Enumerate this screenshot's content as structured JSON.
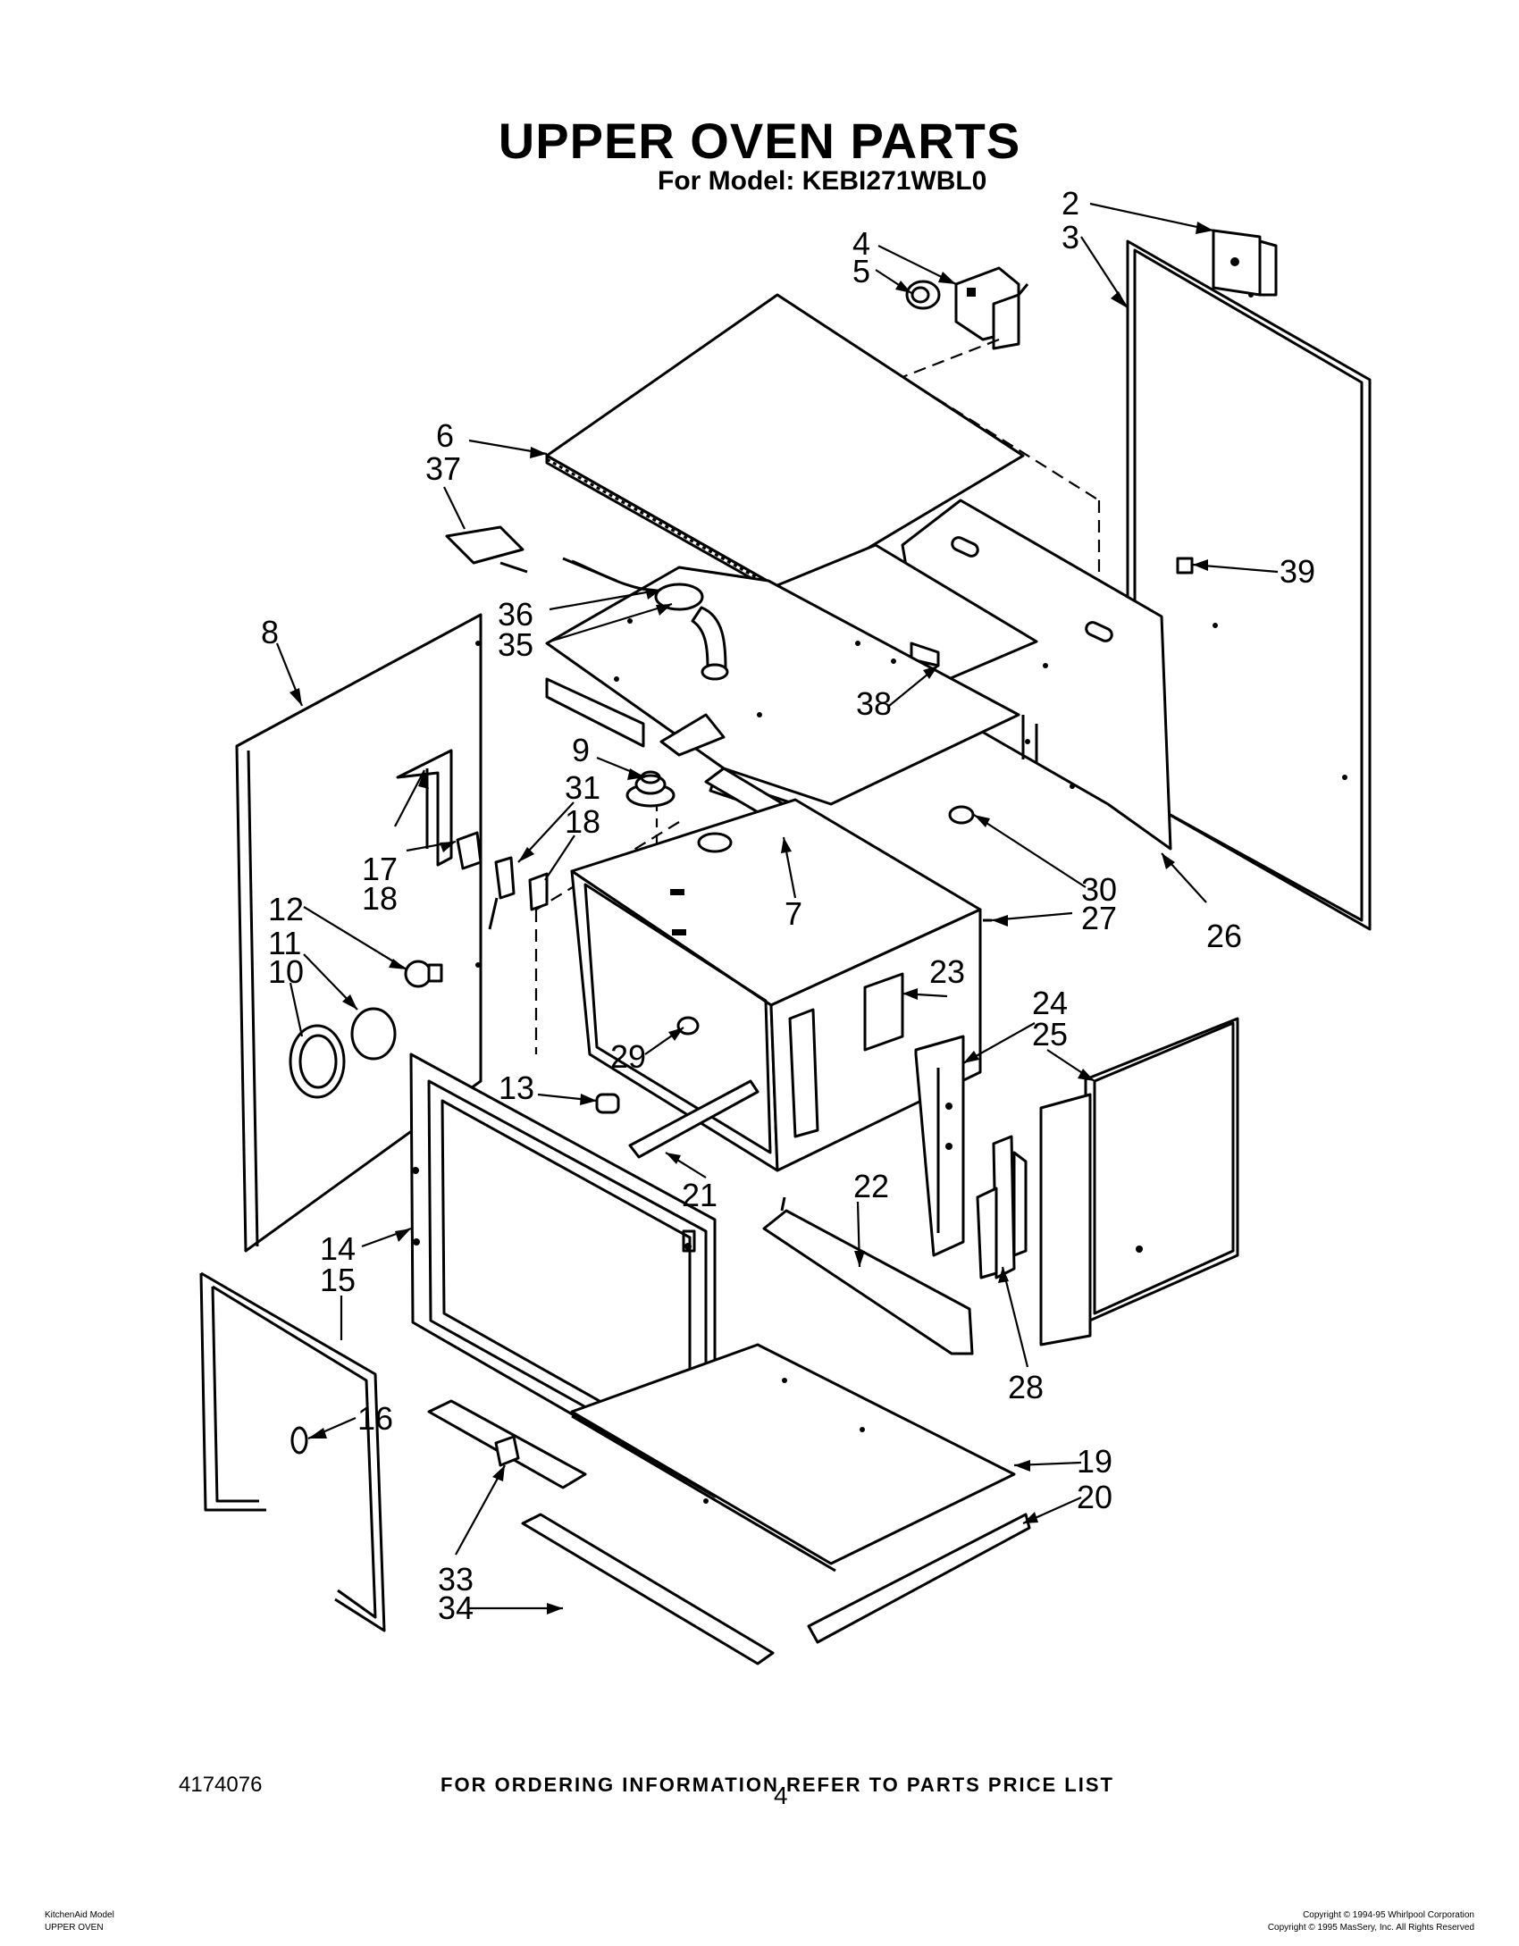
{
  "header": {
    "title": "UPPER OVEN PARTS",
    "model_line": "For Model: KEBI271WBL0"
  },
  "callouts": [
    {
      "id": "c2",
      "label": "2"
    },
    {
      "id": "c3",
      "label": "3"
    },
    {
      "id": "c4",
      "label": "4"
    },
    {
      "id": "c5",
      "label": "5"
    },
    {
      "id": "c6",
      "label": "6"
    },
    {
      "id": "c37",
      "label": "37"
    },
    {
      "id": "c39",
      "label": "39"
    },
    {
      "id": "c36",
      "label": "36"
    },
    {
      "id": "c35",
      "label": "35"
    },
    {
      "id": "c8",
      "label": "8"
    },
    {
      "id": "c38",
      "label": "38"
    },
    {
      "id": "c9",
      "label": "9"
    },
    {
      "id": "c31",
      "label": "31"
    },
    {
      "id": "c18a",
      "label": "18"
    },
    {
      "id": "c17",
      "label": "17"
    },
    {
      "id": "c18b",
      "label": "18"
    },
    {
      "id": "c30",
      "label": "30"
    },
    {
      "id": "c27",
      "label": "27"
    },
    {
      "id": "c7",
      "label": "7"
    },
    {
      "id": "c26",
      "label": "26"
    },
    {
      "id": "c12",
      "label": "12"
    },
    {
      "id": "c11",
      "label": "11"
    },
    {
      "id": "c10",
      "label": "10"
    },
    {
      "id": "c23",
      "label": "23"
    },
    {
      "id": "c24",
      "label": "24"
    },
    {
      "id": "c25",
      "label": "25"
    },
    {
      "id": "c29",
      "label": "29"
    },
    {
      "id": "c13",
      "label": "13"
    },
    {
      "id": "c21",
      "label": "21"
    },
    {
      "id": "c22",
      "label": "22"
    },
    {
      "id": "c14",
      "label": "14"
    },
    {
      "id": "c15",
      "label": "15"
    },
    {
      "id": "c16",
      "label": "16"
    },
    {
      "id": "c28",
      "label": "28"
    },
    {
      "id": "c19",
      "label": "19"
    },
    {
      "id": "c20",
      "label": "20"
    },
    {
      "id": "c33",
      "label": "33"
    },
    {
      "id": "c34",
      "label": "34"
    }
  ],
  "footer": {
    "ordering_info": "FOR ORDERING INFORMATION REFER TO PARTS PRICE LIST",
    "doc_number": "4174076",
    "page_number": "4",
    "left_line1": "KitchenAid Model",
    "left_line2": "UPPER OVEN",
    "right_line1": "Copyright © 1994-95 Whirlpool Corporation",
    "right_line2": "Copyright © 1995 MasSery, Inc. All Rights Reserved"
  }
}
